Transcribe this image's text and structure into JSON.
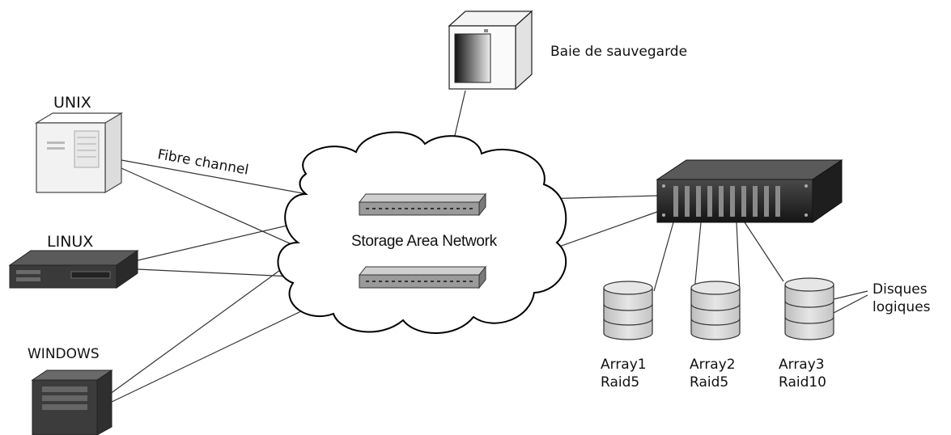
{
  "labels": {
    "backup": "Baie de sauvegarde",
    "unix": "UNIX",
    "linux": "LINUX",
    "windows": "WINDOWS",
    "fibre": "Fibre channel",
    "san": "Storage Area Network",
    "disks_line1": "Disques",
    "disks_line2": "logiques"
  },
  "arrays": [
    {
      "name": "Array1",
      "raid": "Raid5"
    },
    {
      "name": "Array2",
      "raid": "Raid5"
    },
    {
      "name": "Array3",
      "raid": "Raid10"
    }
  ],
  "colors": {
    "line": "#333333",
    "outline": "#222222",
    "switch": "#9a9a9a",
    "storage": "#2a2a2a",
    "disk": "#d8d8d8",
    "server_light": "#f2f2f2",
    "server_dark": "#3c3c3c"
  }
}
